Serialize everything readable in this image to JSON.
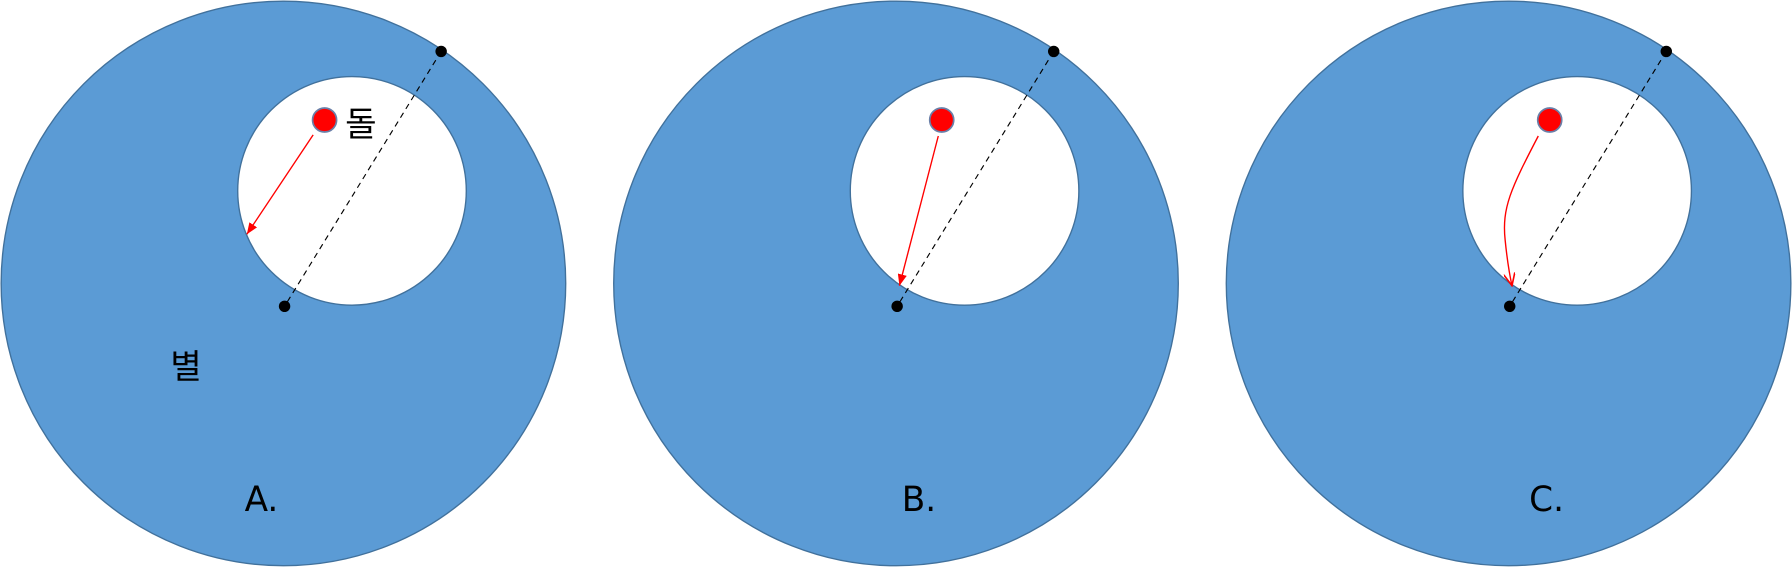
{
  "labels": {
    "stone": "돌",
    "star": "별"
  },
  "panels": [
    {
      "label": "A."
    },
    {
      "label": "B."
    },
    {
      "label": "C."
    }
  ],
  "colors": {
    "star_fill": "#5b9bd5",
    "outline": "#41719c",
    "stone": "#ff0000",
    "arrow": "#ff0000",
    "dashed_line": "#000000",
    "end_points": "#000000"
  }
}
